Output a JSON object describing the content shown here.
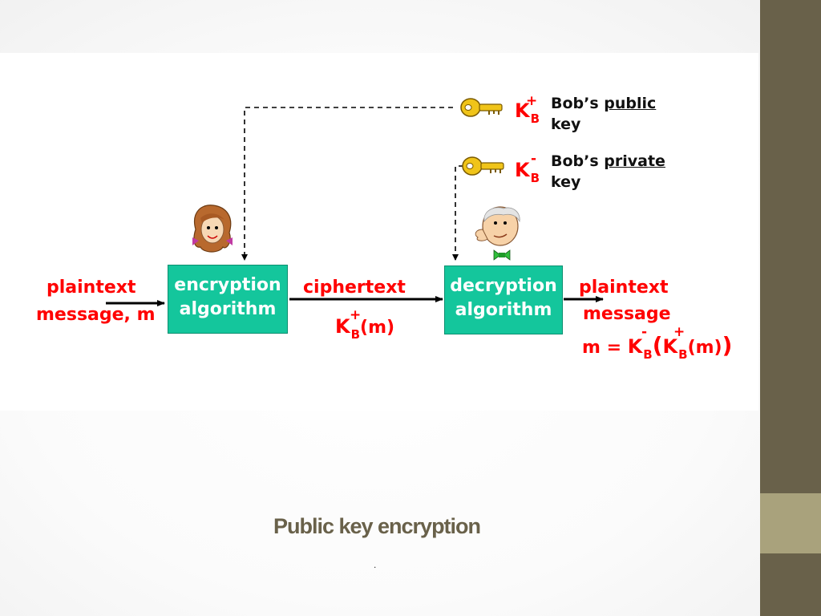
{
  "diagram": {
    "plaintext_in": [
      "plaintext",
      "message, m"
    ],
    "encryption_box": [
      "encryption",
      "algorithm"
    ],
    "ciphertext_label": "ciphertext",
    "decryption_box": [
      "decryption",
      "algorithm"
    ],
    "plaintext_out": [
      "plaintext",
      "message"
    ],
    "key_symbol": "K",
    "key_subscript": "B",
    "public_sign": "+",
    "private_sign": "-",
    "arg_m": "(m)",
    "formula_prefix": "m = ",
    "formula_open": "(",
    "formula_close": ")",
    "public_key_label": {
      "owner": "Bob’s ",
      "kind": "public",
      "word": "key"
    },
    "private_key_label": {
      "owner": "Bob’s ",
      "kind": "private",
      "word": "key"
    }
  },
  "colors": {
    "accent_red": "#ff0000",
    "box_green": "#14c69c",
    "sidebar": "#69614a",
    "sidebar_accent": "#a9a27c",
    "key_gold": "#f0c419"
  },
  "slide": {
    "title": "Public key encryption",
    "footnote": "."
  }
}
